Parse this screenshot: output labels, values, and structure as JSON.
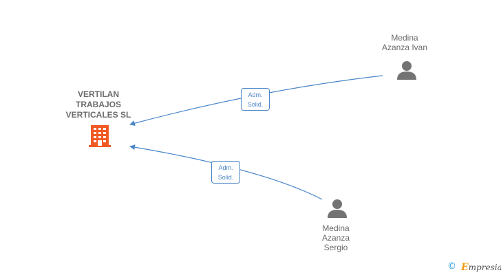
{
  "company": {
    "name": "VERTILAN\nTRABAJOS\nVERTICALES SL",
    "color": "#f15a24"
  },
  "people": [
    {
      "name": "Medina\nAzanza Ivan"
    },
    {
      "name": "Medina\nAzanza\nSergio"
    }
  ],
  "relations": [
    {
      "from": "Medina Azanza Ivan",
      "to": "VERTILAN TRABAJOS VERTICALES SL",
      "label": "Adm.\nSolid."
    },
    {
      "from": "Medina Azanza Sergio",
      "to": "VERTILAN TRABAJOS VERTICALES SL",
      "label": "Adm.\nSolid."
    }
  ],
  "colors": {
    "edge": "#4a86c8",
    "person_icon": "#737373",
    "text": "#6b6b6b"
  },
  "footer": {
    "copyright_symbol": "©",
    "brand_initial": "E",
    "brand_rest": "mpresia"
  }
}
